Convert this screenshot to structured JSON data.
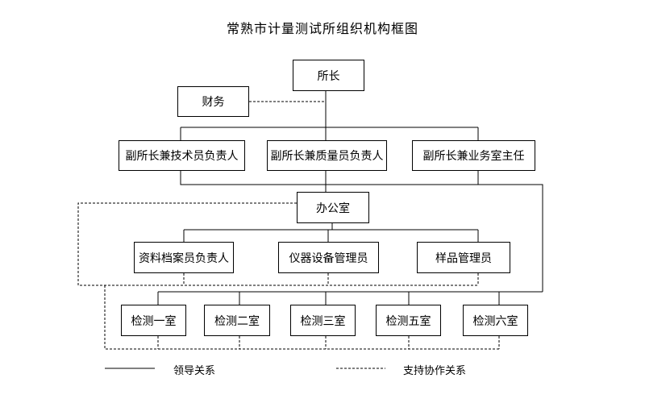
{
  "title": "常熟市计量测试所组织机构框图",
  "nodes": {
    "director": "所长",
    "finance": "财务",
    "deputy_tech": "副所长兼技术员负责人",
    "deputy_quality": "副所长兼质量员负责人",
    "deputy_business": "副所长兼业务室主任",
    "office": "办公室",
    "archivist": "资料档案员负责人",
    "equipment_manager": "仪器设备管理员",
    "sample_manager": "样品管理员",
    "labs": [
      "检测一室",
      "检测二室",
      "检测三室",
      "检测五室",
      "检测六室"
    ]
  },
  "legend": {
    "leadership": "领导关系",
    "support": "支持协作关系"
  }
}
